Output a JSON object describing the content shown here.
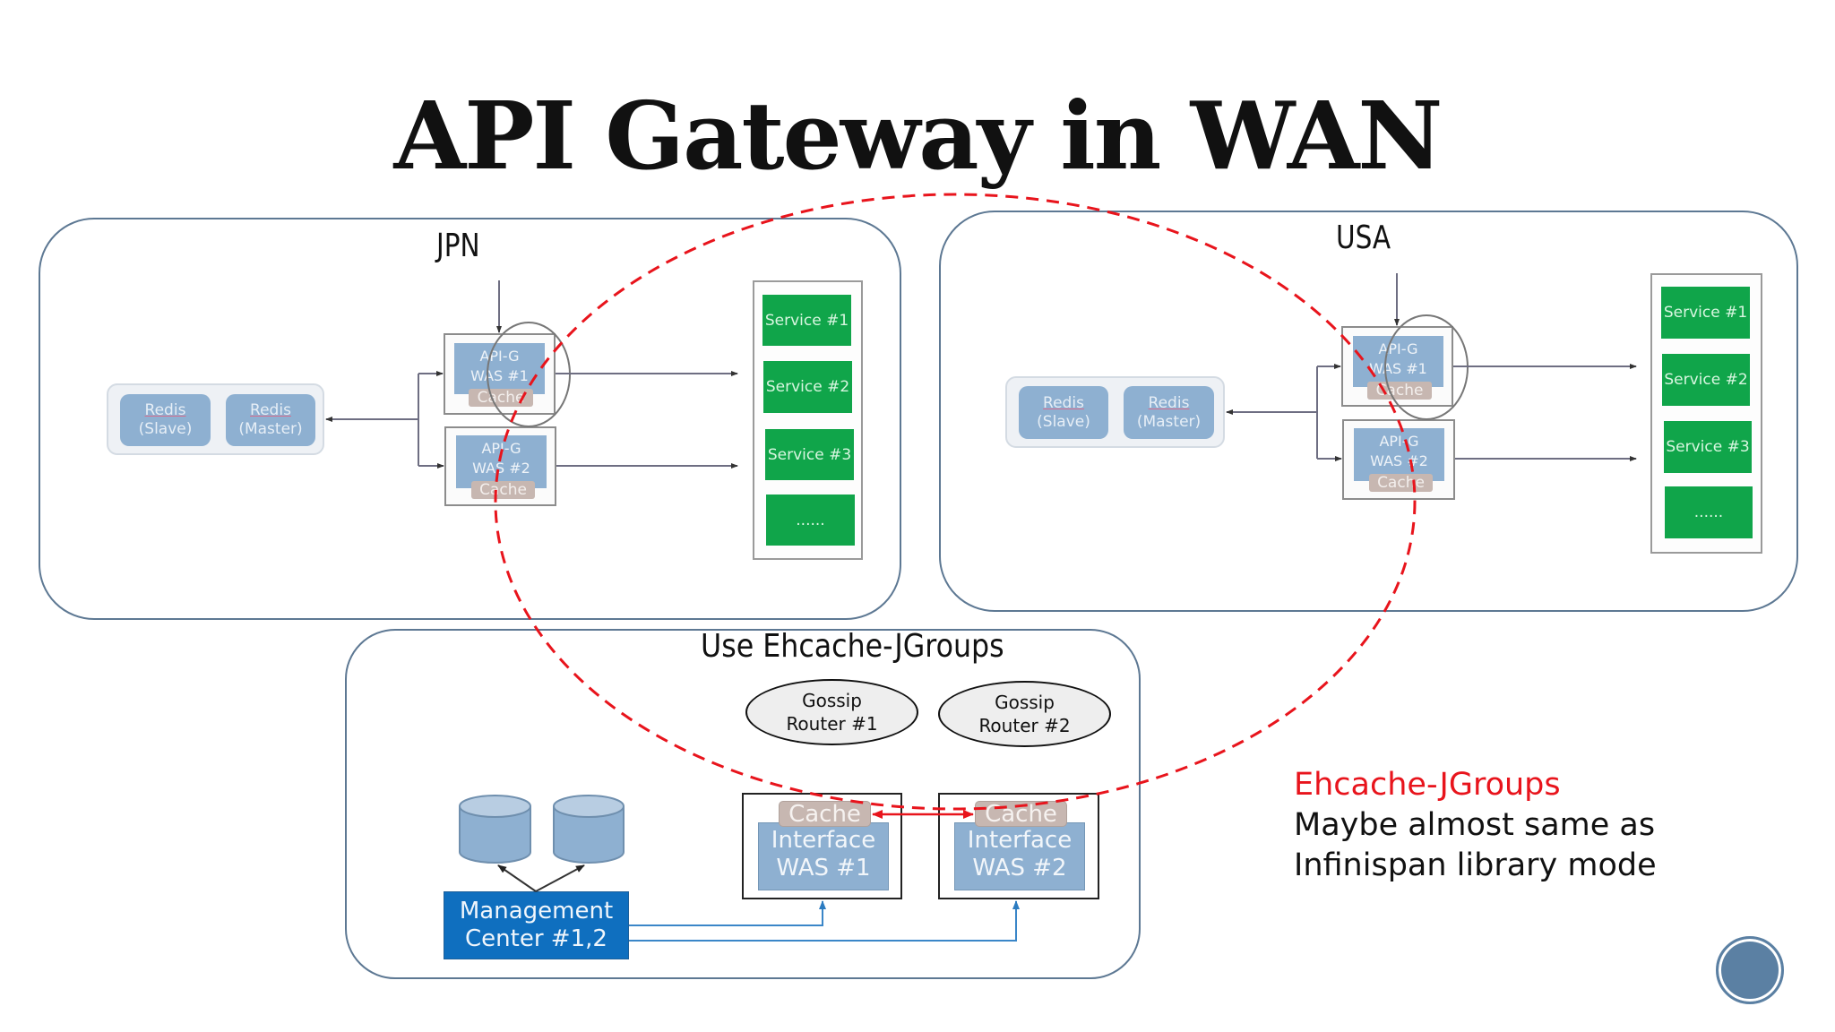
{
  "slide": {
    "title": "API Gateway in WAN"
  },
  "regions": {
    "jpn": {
      "label": "JPN",
      "redis": [
        {
          "name": "Redis",
          "role": "(Slave)"
        },
        {
          "name": "Redis",
          "role": "(Master)"
        }
      ],
      "gateways": [
        {
          "line1": "API-G",
          "line2": "WAS #1",
          "cache": "Cache"
        },
        {
          "line1": "API-G",
          "line2": "WAS #2",
          "cache": "Cache"
        }
      ],
      "services": [
        "Service #1",
        "Service #2",
        "Service #3",
        "......"
      ]
    },
    "usa": {
      "label": "USA",
      "redis": [
        {
          "name": "Redis",
          "role": "(Slave)"
        },
        {
          "name": "Redis",
          "role": "(Master)"
        }
      ],
      "gateways": [
        {
          "line1": "API-G",
          "line2": "WAS #1",
          "cache": "Cache"
        },
        {
          "line1": "API-G",
          "line2": "WAS #2",
          "cache": "Cache"
        }
      ],
      "services": [
        "Service #1",
        "Service #2",
        "Service #3",
        "......"
      ]
    }
  },
  "ehcache": {
    "title": "Use Ehcache-JGroups",
    "gossip_routers": [
      {
        "line1": "Gossip",
        "line2": "Router #1"
      },
      {
        "line1": "Gossip",
        "line2": "Router #2"
      }
    ],
    "databases": [
      "DB",
      "DB"
    ],
    "management": {
      "line1": "Management",
      "line2": "Center #1,2"
    },
    "interface_was": [
      {
        "cache": "Cache",
        "line1": "Interface",
        "line2": "WAS #1"
      },
      {
        "cache": "Cache",
        "line1": "Interface",
        "line2": "WAS #2"
      }
    ]
  },
  "note": {
    "highlight": "Ehcache-JGroups",
    "line2": "Maybe almost same as",
    "line3": "Infinispan library mode"
  },
  "colors": {
    "panel_border": "#5d7893",
    "service_green": "#10a54a",
    "node_blue": "#8eb0d1",
    "cache_tan": "#c7b7b1",
    "management_blue": "#0f6fbf",
    "highlight_red": "#e8141c",
    "badge_blue": "#5b80a3"
  }
}
